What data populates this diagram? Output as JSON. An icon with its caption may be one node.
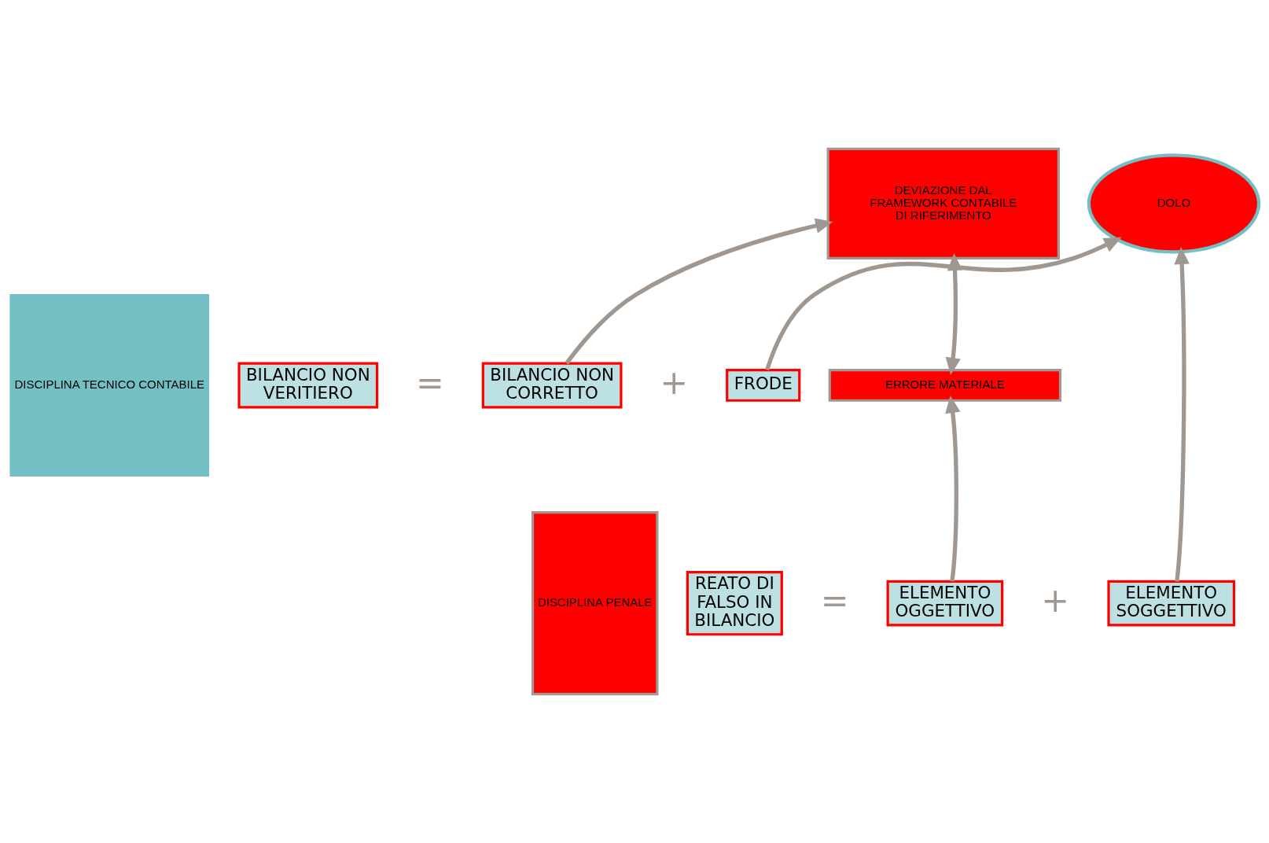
{
  "diagram": {
    "nodes": [
      {
        "text": [
          "DISCIPLINA TECNICO CONTABILE"
        ]
      },
      {
        "text": [
          "DISCIPLINA PENALE"
        ]
      },
      {
        "text": [
          "BILANCIO NON VERITIERO"
        ]
      },
      {
        "text": [
          "BILANCIO NON CORRETTO"
        ]
      },
      {
        "text": [
          "FRODE"
        ]
      },
      {
        "text": [
          "DEVIAZIONE DAL FRAMEWORK CONTABILE DI RIFERIMENTO"
        ]
      },
      {
        "text": [
          "DOLO"
        ]
      },
      {
        "text": [
          "ERRORE MATERIALE"
        ]
      },
      {
        "text": [
          "REATO DI FALSO IN BILANCIO"
        ]
      },
      {
        "text": [
          "ELEMENTO OGGETTIVO"
        ]
      },
      {
        "text": [
          "ELEMENTO SOGGETTIVO"
        ]
      }
    ],
    "edges": [
      {
        "from": 3,
        "to": 5,
        "arrow": "to"
      },
      {
        "from": 4,
        "to": 6,
        "arrow": "to"
      },
      {
        "from": 5,
        "to": 7,
        "arrow": "both"
      },
      {
        "from": 9,
        "to": 7,
        "arrow": "to"
      },
      {
        "from": 10,
        "to": 6,
        "arrow": "to"
      }
    ],
    "labels": [
      "=",
      "+",
      "=",
      "+"
    ]
  }
}
